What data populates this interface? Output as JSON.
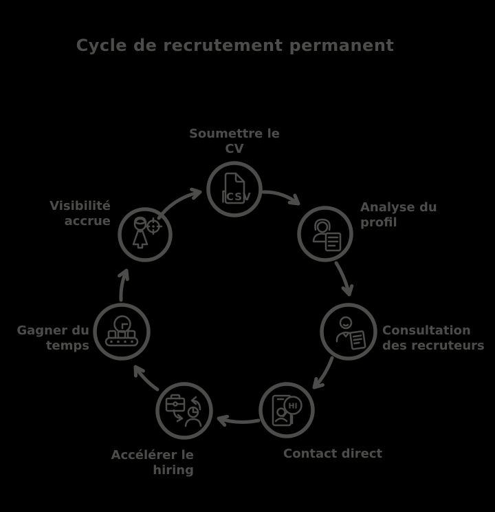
{
  "title": "Cycle de recrutement permanent",
  "colors": {
    "background": "#000000",
    "ink": "#4c4c4a"
  },
  "nodes": [
    {
      "id": "soumettre-cv",
      "label": "Soumettre le\nCV",
      "icon": "csv-document-icon",
      "icon_text": "CSV"
    },
    {
      "id": "analyse-profil",
      "label": "Analyse du\nprofil",
      "icon": "profile-review-icon"
    },
    {
      "id": "consultation-recruteurs",
      "label": "Consultation\ndes recruteurs",
      "icon": "recruiter-clipboard-icon"
    },
    {
      "id": "contact-direct",
      "label": "Contact direct",
      "icon": "phone-chat-icon",
      "icon_text": "HI"
    },
    {
      "id": "accelerer-hiring",
      "label": "Accélérer le\nhiring",
      "icon": "briefcase-candidate-cycle-icon"
    },
    {
      "id": "gagner-temps",
      "label": "Gagner du\ntemps",
      "icon": "clock-conveyor-icon"
    },
    {
      "id": "visibilite-accrue",
      "label": "Visibilité\naccrue",
      "icon": "person-target-icon"
    }
  ],
  "cycle_order": [
    "soumettre-cv",
    "analyse-profil",
    "consultation-recruteurs",
    "contact-direct",
    "accelerer-hiring",
    "gagner-temps",
    "visibilite-accrue"
  ]
}
